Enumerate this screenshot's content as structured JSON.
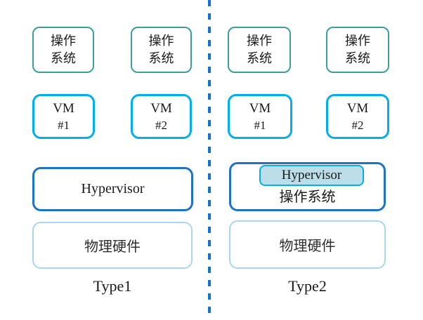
{
  "diagram": {
    "title_semantics": "Type 1 vs Type 2 hypervisor architecture comparison",
    "colors": {
      "background": "#ffffff",
      "guest_os_border": "#3a9e9e",
      "vm_border": "#00aeef",
      "hypervisor_border": "#1e73c6",
      "hardware_border": "#a9d6f3",
      "hypervisor_badge_fill": "#bcdee8",
      "divider": "#1473c8",
      "text": "#1a1a1a"
    },
    "type1": {
      "label": "Type1",
      "os_boxes": [
        {
          "line1": "操作",
          "line2": "系统"
        },
        {
          "line1": "操作",
          "line2": "系统"
        }
      ],
      "vm_boxes": [
        {
          "line1": "VM",
          "line2": "#1"
        },
        {
          "line1": "VM",
          "line2": "#2"
        }
      ],
      "hypervisor_label": "Hypervisor",
      "hardware_label": "物理硬件"
    },
    "type2": {
      "label": "Type2",
      "os_boxes": [
        {
          "line1": "操作",
          "line2": "系统"
        },
        {
          "line1": "操作",
          "line2": "系统"
        }
      ],
      "vm_boxes": [
        {
          "line1": "VM",
          "line2": "#1"
        },
        {
          "line1": "VM",
          "line2": "#2"
        }
      ],
      "hypervisor_label": "Hypervisor",
      "host_os_label": "操作系统",
      "hardware_label": "物理硬件"
    }
  }
}
